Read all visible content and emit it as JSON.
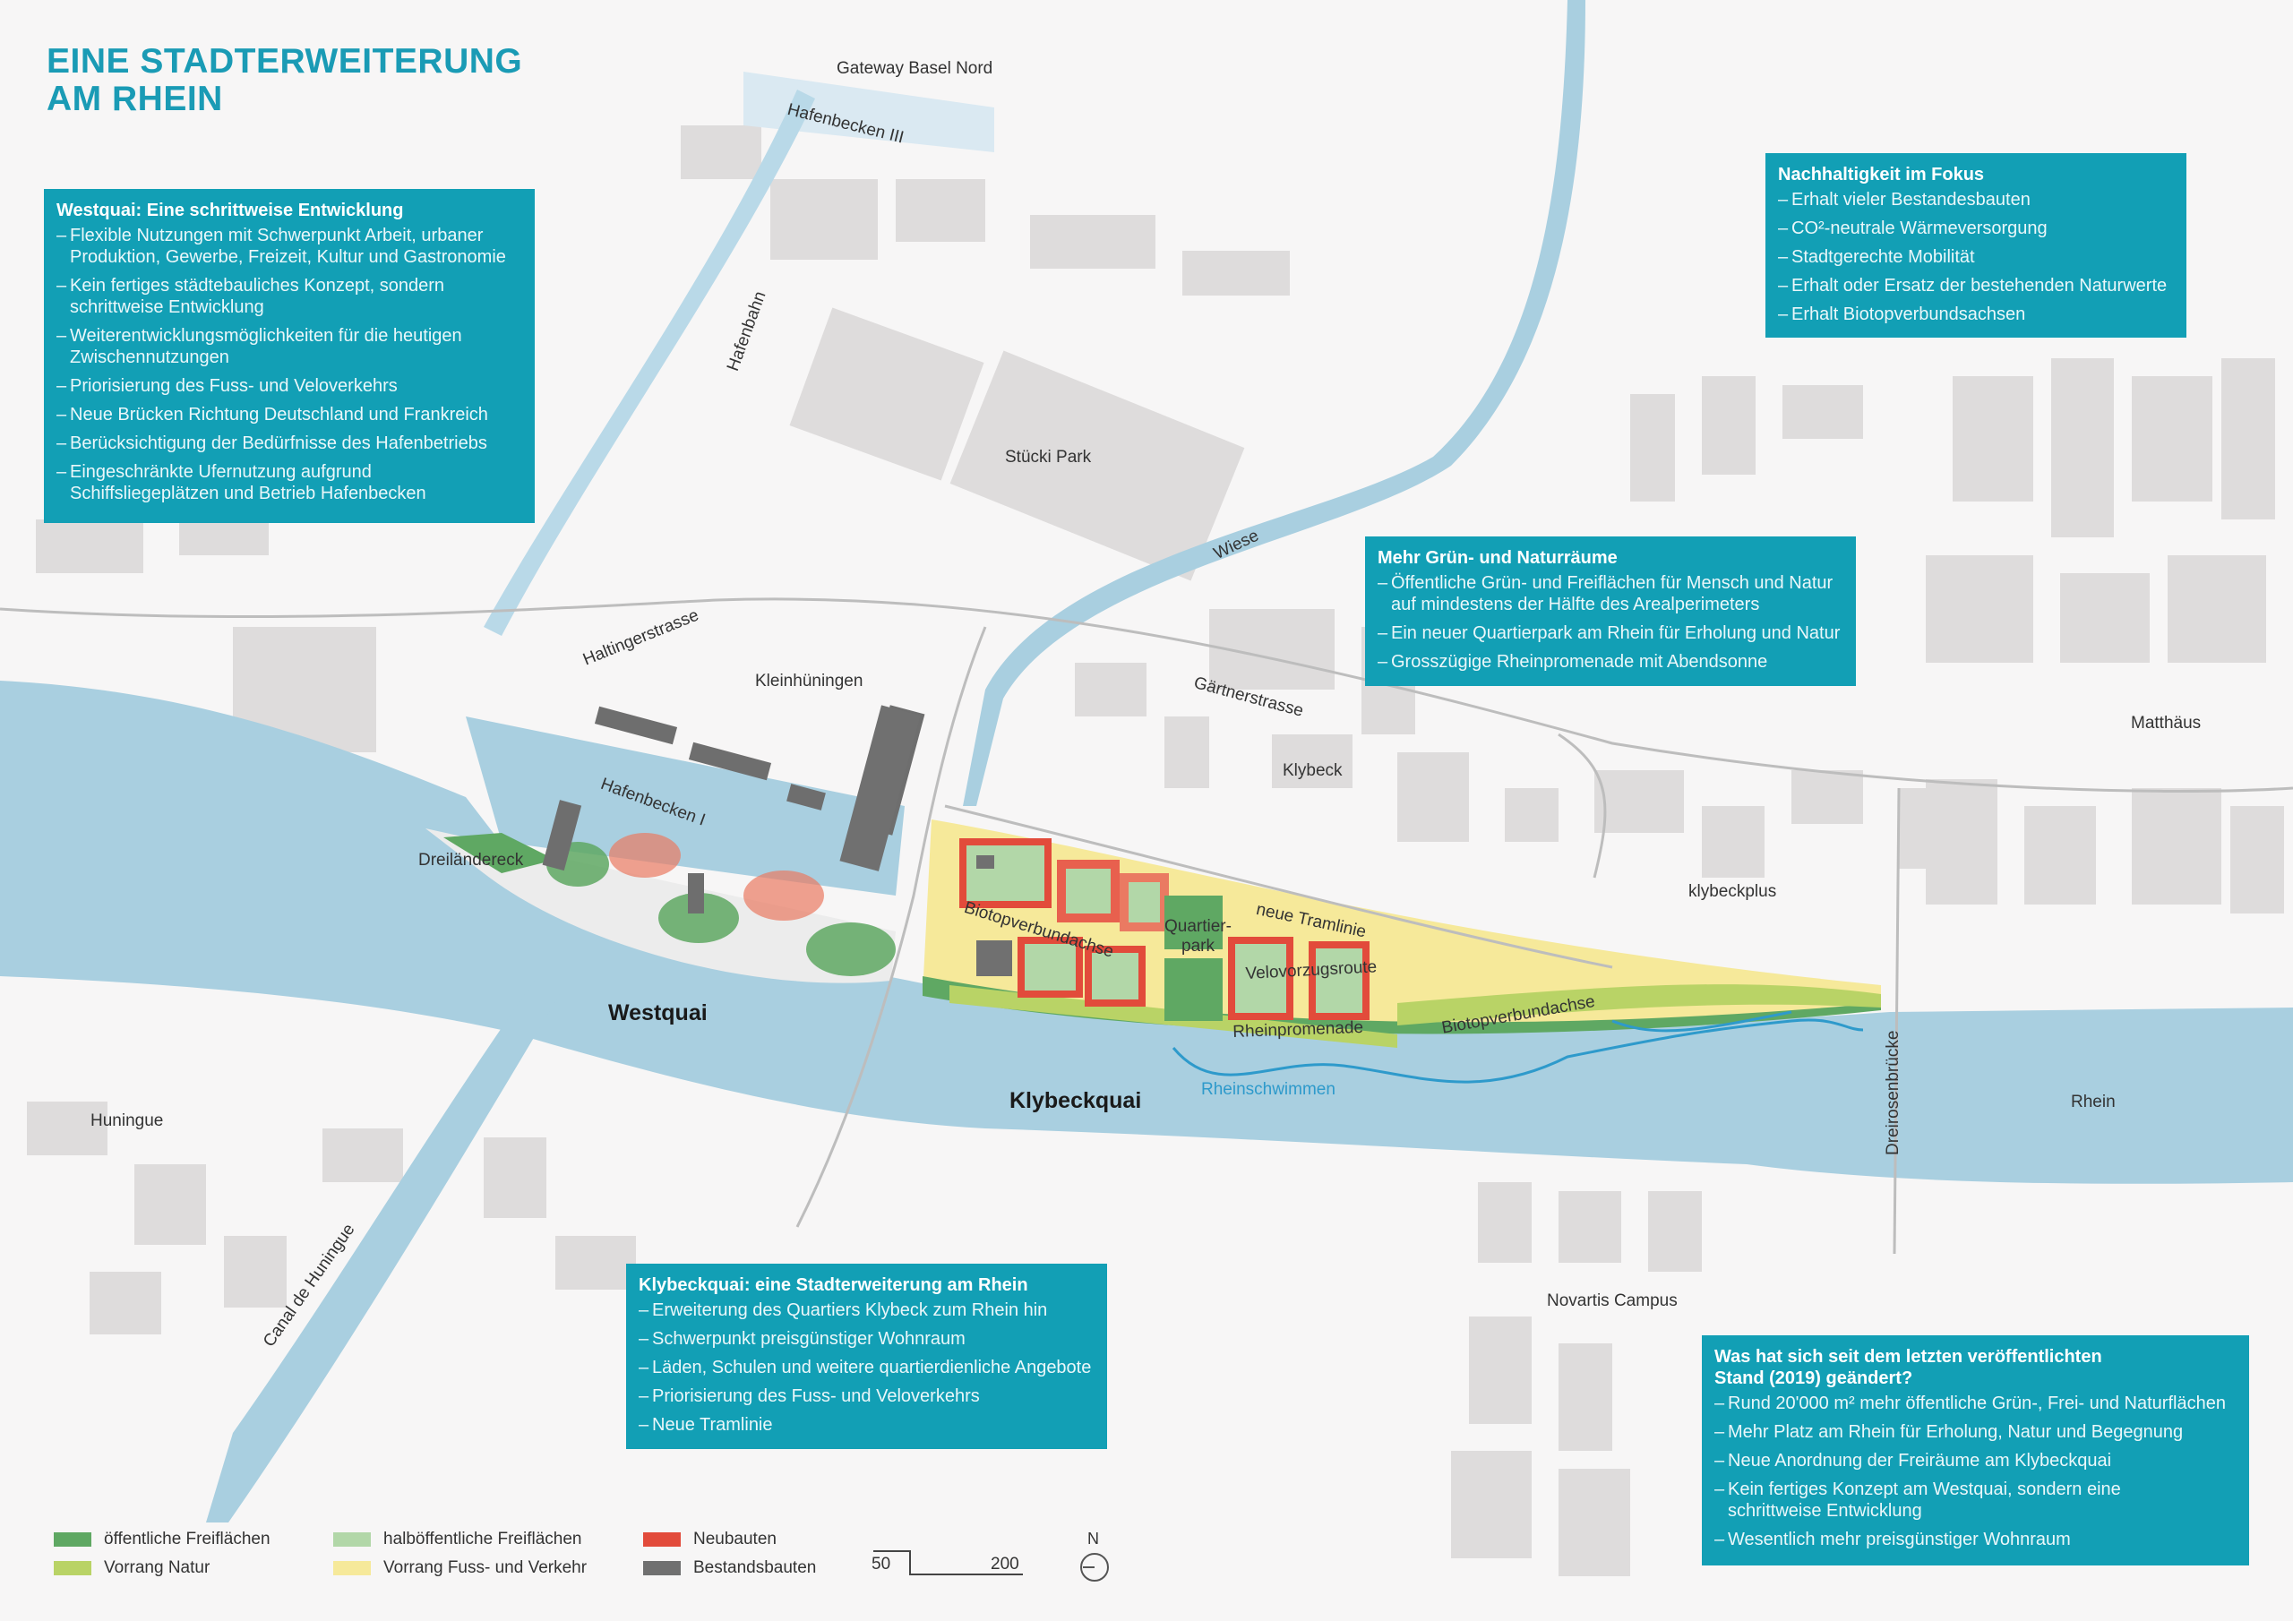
{
  "title": {
    "line1": "EINE STADTERWEITERUNG",
    "line2": "AM RHEIN",
    "color": "#1a9bb5"
  },
  "colors": {
    "box_bg": "#129fb5",
    "water": "#a9cfe0",
    "public_open_space": "#5fa863",
    "semi_public_open_space": "#b2d7a8",
    "nature_priority": "#b9d366",
    "pedestrian_traffic": "#f6e99a",
    "new_buildings": "#e24b3b",
    "existing_buildings": "#707070"
  },
  "boxes": {
    "westquai": {
      "heading": "Westquai: Eine schrittweise Entwicklung",
      "items": [
        "Flexible Nutzungen mit Schwerpunkt Arbeit, urbaner Produktion, Gewerbe, Freizeit, Kultur und Gastronomie",
        "Kein fertiges städtebauliches Konzept, sondern schrittweise Entwicklung",
        "Weiterentwicklungsmöglichkeiten für die heutigen Zwischennutzungen",
        "Priorisierung des Fuss- und Veloverkehrs",
        "Neue Brücken Richtung Deutschland und Frankreich",
        "Berücksichtigung der Bedürfnisse des Hafenbetriebs",
        "Eingeschränkte Ufernutzung aufgrund Schiffsliegeplätzen und Betrieb Hafenbecken"
      ]
    },
    "nachhaltigkeit": {
      "heading": "Nachhaltigkeit im Fokus",
      "items": [
        "Erhalt vieler Bestandesbauten",
        "CO²-neutrale Wärmeversorgung",
        "Stadtgerechte Mobilität",
        "Erhalt oder Ersatz der bestehenden Naturwerte",
        "Erhalt Biotopverbundsachsen"
      ]
    },
    "gruen": {
      "heading": "Mehr Grün- und Naturräume",
      "items": [
        "Öffentliche Grün- und Freiflächen für Mensch und Natur auf mindestens der Hälfte des Arealperimeters",
        "Ein neuer Quartierpark am Rhein für Erholung und Natur",
        "Grosszügige Rheinpromenade mit Abendsonne"
      ]
    },
    "klybeckquai": {
      "heading": "Klybeckquai: eine Stadterweiterung am Rhein",
      "items": [
        "Erweiterung des Quartiers Klybeck zum Rhein hin",
        "Schwerpunkt preisgünstiger Wohnraum",
        "Läden, Schulen und weitere quartierdienliche Angebote",
        "Priorisierung des Fuss- und Veloverkehrs",
        "Neue Tramlinie"
      ]
    },
    "aenderungen": {
      "heading": "Was hat sich seit dem letzten veröffentlichten Stand (2019) geändert?",
      "items": [
        "Rund 20'000 m² mehr öffentliche Grün-, Frei- und Naturflächen",
        "Mehr Platz am Rhein für Erholung, Natur und Begegnung",
        "Neue Anordnung der Freiräume am Klybeckquai",
        "Kein fertiges Konzept am Westquai, sondern eine schrittweise Entwicklung",
        "Wesentlich mehr preisgünstiger Wohnraum"
      ]
    }
  },
  "map_labels": {
    "gateway": "Gateway Basel Nord",
    "hafenbecken3": "Hafenbecken III",
    "hafenbahn": "Hafenbahn",
    "stuecki": "Stücki Park",
    "wiese": "Wiese",
    "haltingerstrasse": "Haltingerstrasse",
    "kleinhueningen": "Kleinhüningen",
    "gaertnerstrasse": "Gärtnerstrasse",
    "klybeck": "Klybeck",
    "matthaeus": "Matthäus",
    "hafenbecken1": "Hafenbecken I",
    "dreilaendereck": "Dreiländereck",
    "klybeckplus": "klybeckplus",
    "neue_tramlinie": "neue Tramlinie",
    "biotop1": "Biotopverbundachse",
    "quartierpark": "Quartier-\npark",
    "velovorzugsroute": "Velovorzugsroute",
    "rheinpromenade": "Rheinpromenade",
    "biotop2": "Biotopverbundachse",
    "westquai": "Westquai",
    "klybeckquai": "Klybeckquai",
    "rheinschwimmen": "Rheinschwimmen",
    "huningue": "Huningue",
    "dreirosenbruecke": "Dreirosenbrücke",
    "rhein": "Rhein",
    "novartis": "Novartis Campus",
    "canal": "Canal de Huningue"
  },
  "legend": {
    "items": [
      {
        "label": "öffentliche Freiflächen",
        "color": "#5fa863"
      },
      {
        "label": "Vorrang Natur",
        "color": "#b9d366"
      },
      {
        "label": "halböffentliche Freiflächen",
        "color": "#b2d7a8"
      },
      {
        "label": "Vorrang Fuss- und Verkehr",
        "color": "#f6e99a"
      },
      {
        "label": "Neubauten",
        "color": "#e24b3b"
      },
      {
        "label": "Bestandsbauten",
        "color": "#707070"
      }
    ],
    "scale": {
      "left": "50",
      "right": "200"
    },
    "north": "N"
  }
}
